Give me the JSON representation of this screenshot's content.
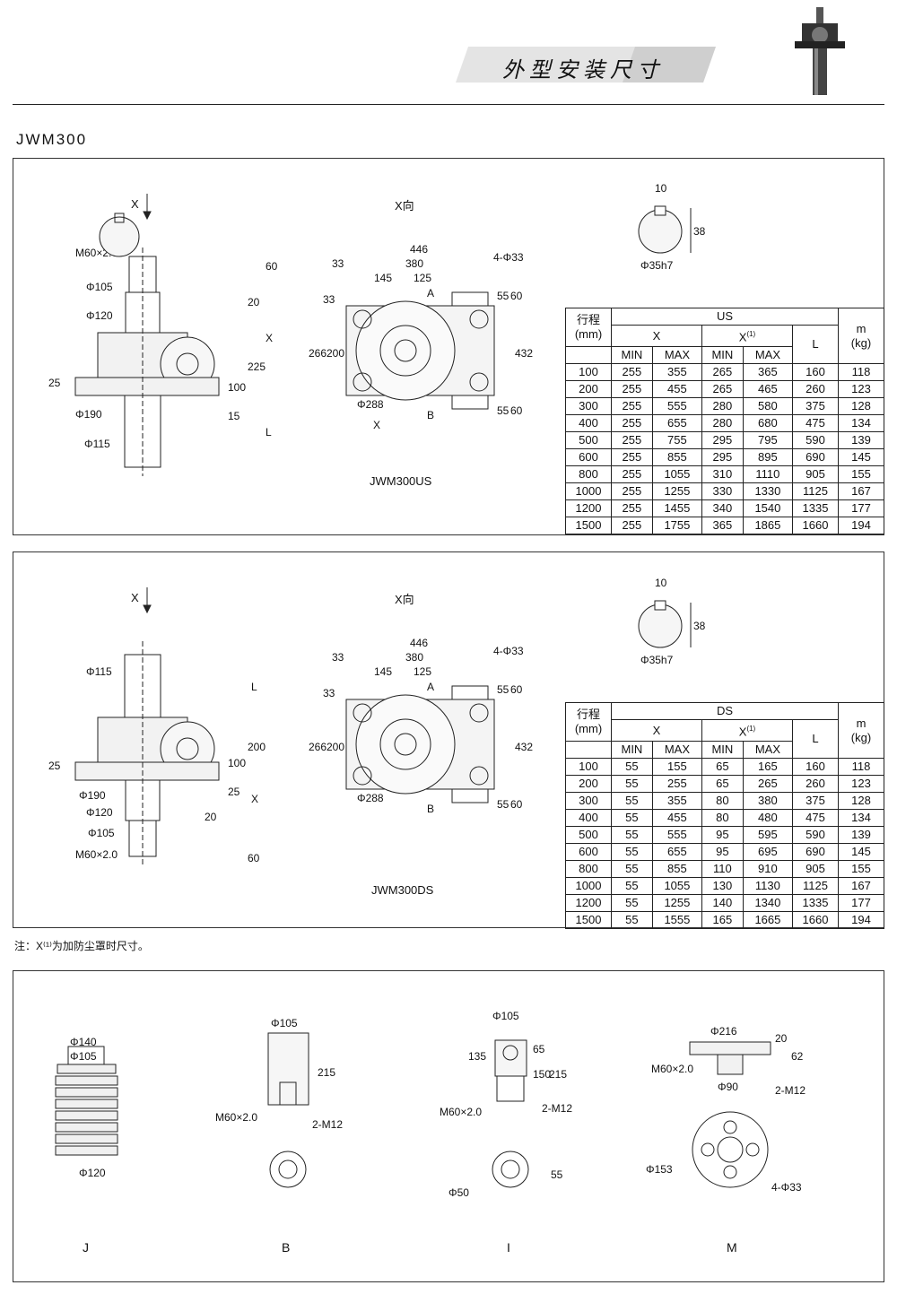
{
  "header": {
    "title": "外型安装尺寸",
    "model": "JWM300"
  },
  "us_panel": {
    "view_label": "X向",
    "x_arrow_label": "X",
    "caption": "JWM300US",
    "side_dims": [
      "M60×2.0",
      "Φ105",
      "Φ120",
      "25",
      "Φ190",
      "Φ115",
      "60",
      "20",
      "X",
      "225",
      "100",
      "15",
      "L"
    ],
    "front_dims": [
      "446",
      "380",
      "33",
      "145",
      "125",
      "4-Φ33",
      "A",
      "B",
      "33",
      "266",
      "200",
      "Φ288",
      "X",
      "432",
      "55",
      "60",
      "55",
      "60"
    ],
    "key_dims": [
      "10",
      "38",
      "Φ35h7"
    ],
    "table": {
      "stroke_label": "行程",
      "stroke_unit": "(mm)",
      "group_label": "US",
      "x_label": "X",
      "x1_label": "X",
      "x1_sup": "(1)",
      "l_label": "L",
      "m_label": "m",
      "m_unit": "(kg)",
      "min_label": "MIN",
      "max_label": "MAX",
      "rows": [
        [
          "100",
          "255",
          "355",
          "265",
          "365",
          "160",
          "118"
        ],
        [
          "200",
          "255",
          "455",
          "265",
          "465",
          "260",
          "123"
        ],
        [
          "300",
          "255",
          "555",
          "280",
          "580",
          "375",
          "128"
        ],
        [
          "400",
          "255",
          "655",
          "280",
          "680",
          "475",
          "134"
        ],
        [
          "500",
          "255",
          "755",
          "295",
          "795",
          "590",
          "139"
        ],
        [
          "600",
          "255",
          "855",
          "295",
          "895",
          "690",
          "145"
        ],
        [
          "800",
          "255",
          "1055",
          "310",
          "1110",
          "905",
          "155"
        ],
        [
          "1000",
          "255",
          "1255",
          "330",
          "1330",
          "1125",
          "167"
        ],
        [
          "1200",
          "255",
          "1455",
          "340",
          "1540",
          "1335",
          "177"
        ],
        [
          "1500",
          "255",
          "1755",
          "365",
          "1865",
          "1660",
          "194"
        ]
      ]
    }
  },
  "ds_panel": {
    "view_label": "X向",
    "x_arrow_label": "X",
    "caption": "JWM300DS",
    "side_dims": [
      "Φ115",
      "L",
      "25",
      "200",
      "100",
      "Φ190",
      "25",
      "X",
      "Φ120",
      "20",
      "Φ105",
      "M60×2.0",
      "60"
    ],
    "front_dims": [
      "446",
      "380",
      "33",
      "145",
      "125",
      "4-Φ33",
      "A",
      "B",
      "33",
      "266",
      "200",
      "Φ288",
      "432",
      "55",
      "60",
      "55",
      "60"
    ],
    "key_dims": [
      "10",
      "38",
      "Φ35h7"
    ],
    "table": {
      "stroke_label": "行程",
      "stroke_unit": "(mm)",
      "group_label": "DS",
      "x_label": "X",
      "x1_label": "X",
      "x1_sup": "(1)",
      "l_label": "L",
      "m_label": "m",
      "m_unit": "(kg)",
      "min_label": "MIN",
      "max_label": "MAX",
      "rows": [
        [
          "100",
          "55",
          "155",
          "65",
          "165",
          "160",
          "118"
        ],
        [
          "200",
          "55",
          "255",
          "65",
          "265",
          "260",
          "123"
        ],
        [
          "300",
          "55",
          "355",
          "80",
          "380",
          "375",
          "128"
        ],
        [
          "400",
          "55",
          "455",
          "80",
          "480",
          "475",
          "134"
        ],
        [
          "500",
          "55",
          "555",
          "95",
          "595",
          "590",
          "139"
        ],
        [
          "600",
          "55",
          "655",
          "95",
          "695",
          "690",
          "145"
        ],
        [
          "800",
          "55",
          "855",
          "110",
          "910",
          "905",
          "155"
        ],
        [
          "1000",
          "55",
          "1055",
          "130",
          "1130",
          "1125",
          "167"
        ],
        [
          "1200",
          "55",
          "1255",
          "140",
          "1340",
          "1335",
          "177"
        ],
        [
          "1500",
          "55",
          "1555",
          "165",
          "1665",
          "1660",
          "194"
        ]
      ]
    }
  },
  "note": "注：X⁽¹⁾为加防尘罩时尺寸。",
  "accessories": {
    "j": {
      "label": "J",
      "dims": [
        "Φ140",
        "Φ105",
        "Φ120"
      ]
    },
    "b": {
      "label": "B",
      "dims": [
        "Φ105",
        "215",
        "M60×2.0",
        "2-M12"
      ]
    },
    "i": {
      "label": "I",
      "dims": [
        "Φ105",
        "135",
        "150",
        "65",
        "215",
        "M60×2.0",
        "2-M12",
        "Φ50",
        "55"
      ]
    },
    "m": {
      "label": "M",
      "dims": [
        "Φ216",
        "20",
        "62",
        "M60×2.0",
        "Φ90",
        "2-M12",
        "Φ153",
        "4-Φ33"
      ]
    }
  }
}
